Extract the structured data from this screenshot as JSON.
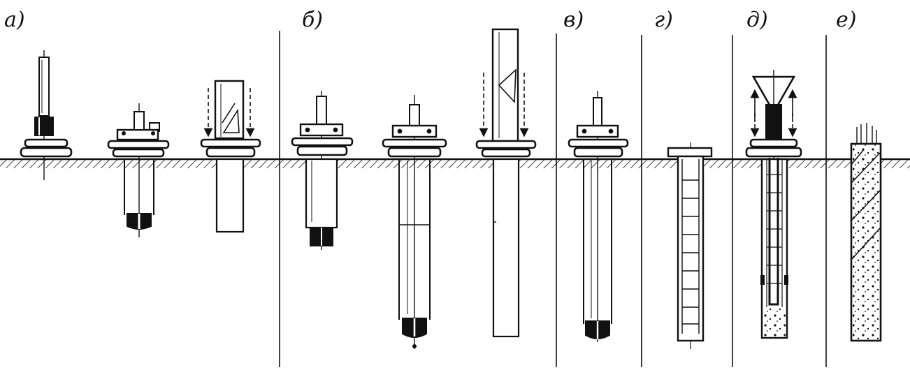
{
  "figure": {
    "ink": "#111111",
    "paper": "#ffffff",
    "stages": [
      {
        "key": "a",
        "label": "а)"
      },
      {
        "key": "b",
        "label": "б)"
      },
      {
        "key": "v",
        "label": "в)"
      },
      {
        "key": "g",
        "label": "г)"
      },
      {
        "key": "d",
        "label": "д)"
      },
      {
        "key": "e",
        "label": "е)"
      }
    ]
  }
}
